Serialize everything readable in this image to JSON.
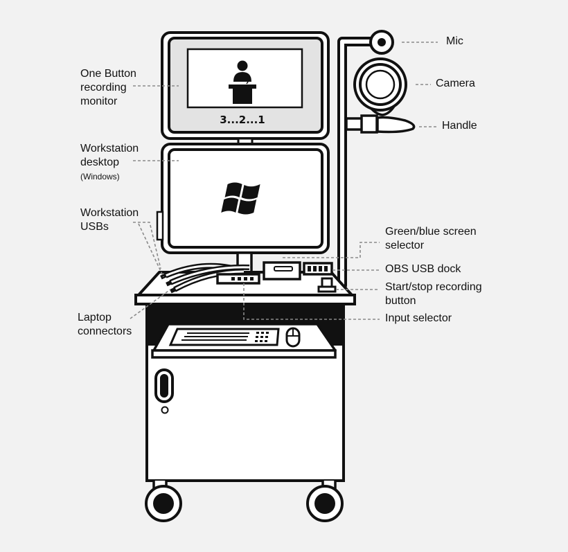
{
  "screen": {
    "countdown": "3...2...1"
  },
  "labels": {
    "mic": "Mic",
    "camera": "Camera",
    "handle": "Handle",
    "one_button_monitor": [
      "One Button",
      "recording",
      "monitor"
    ],
    "workstation_desktop": [
      "Workstation",
      "desktop"
    ],
    "workstation_desktop_os": "(Windows)",
    "workstation_usbs": [
      "Workstation",
      "USBs"
    ],
    "green_blue_selector": [
      "Green/blue screen",
      "selector"
    ],
    "obs_usb_dock": "OBS USB dock",
    "start_stop_button": [
      "Start/stop recording",
      "button"
    ],
    "input_selector": "Input selector",
    "laptop_connectors": [
      "Laptop",
      "connectors"
    ]
  },
  "colors": {
    "background": "#f2f2f2",
    "outline": "#111111",
    "monitor_bezel": "#e3e3e3",
    "leader_line": "#8a8a8a"
  }
}
